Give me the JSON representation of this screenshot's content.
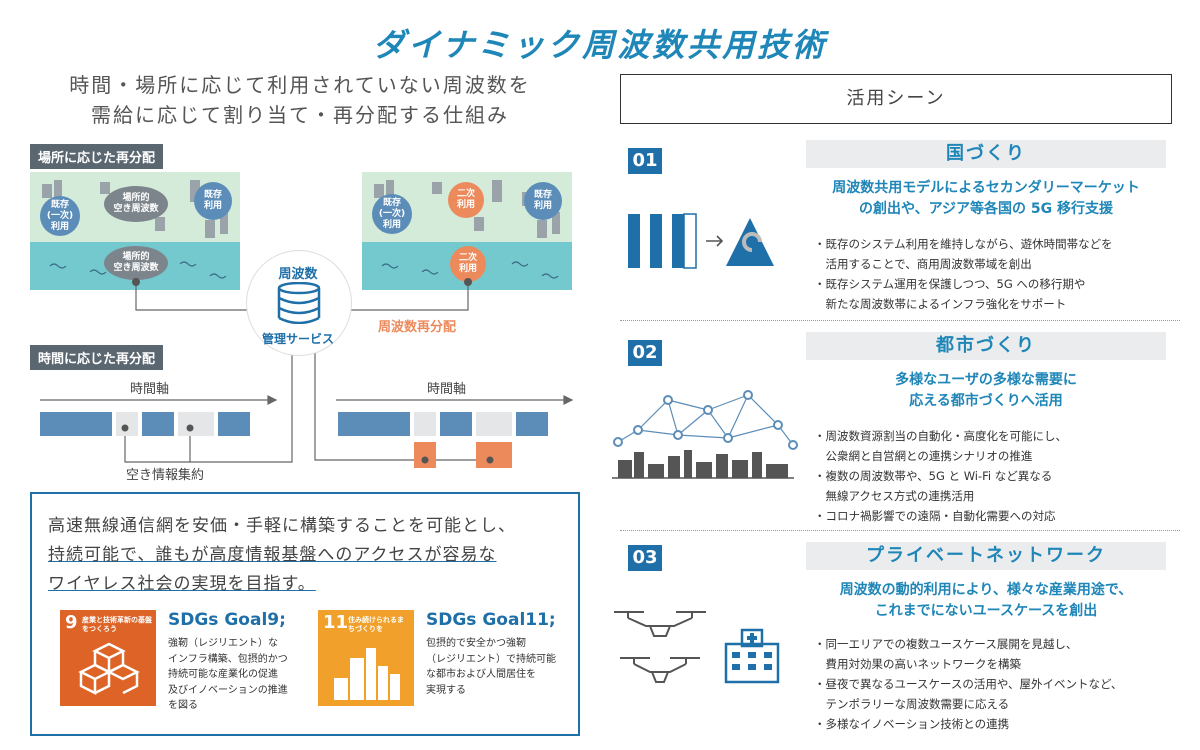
{
  "title": "ダイナミック周波数共用技術",
  "subtitle": {
    "line1": "時間・場所に応じて利用されていない周波数を",
    "line2": "需給に応じて割り当て・再分配する仕組み"
  },
  "left": {
    "place_label": "場所に応じた再分配",
    "time_label": "時間に応じた再分配",
    "bubbles": {
      "existing": "既存\n利用",
      "existing_primary": "既存\n(一次)\n利用",
      "vacant": "場所的\n空き周波数",
      "secondary": "二次\n利用"
    },
    "center_top": "周波数",
    "center_bottom": "管理サービス",
    "redistribute": "周波数再分配",
    "time_axis": "時間軸",
    "vacant_info": "空き情報集約"
  },
  "bottom": {
    "line1": "高速無線通信網を安価・手軽に構築することを可能とし、",
    "line2": "持続可能で、誰もが高度情報基盤へのアクセスが容易な",
    "line3": "ワイヤレス社会の実現を目指す。",
    "sdg9": {
      "num": "9",
      "tile": "産業と技術革新の基盤をつくろう",
      "goal": "SDGs Goal9;",
      "desc1": "強靭（レジリエント）な",
      "desc2": "インフラ構築、包摂的かつ",
      "desc3": "持続可能な産業化の促進",
      "desc4": "及びイノベーションの推進",
      "desc5": "を図る",
      "color": "#dd6326"
    },
    "sdg11": {
      "num": "11",
      "tile": "住み続けられるまちづくりを",
      "goal": "SDGs Goal11;",
      "desc1": "包摂的で安全かつ強靭",
      "desc2": "（レジリエント）で持続可能",
      "desc3": "な都市および人間居住を",
      "desc4": "実現する",
      "color": "#f0a02b"
    }
  },
  "right": {
    "scene_title": "活用シーン",
    "items": [
      {
        "num": "01",
        "category": "国づくり",
        "lead1": "周波数共用モデルによるセカンダリーマーケット",
        "lead2": "の創出や、アジア等各国の 5G 移行支援",
        "bullets": [
          "・既存のシステム利用を維持しながら、遊休時間帯などを",
          "　活用することで、商用周波数帯域を創出",
          "・既存システム運用を保護しつつ、5G への移行期や",
          "　新たな周波数帯によるインフラ強化をサポート"
        ]
      },
      {
        "num": "02",
        "category": "都市づくり",
        "lead1": "多様なユーザの多様な需要に",
        "lead2": "応える都市づくりへ活用",
        "bullets": [
          "・周波数資源割当の自動化・高度化を可能にし、",
          "　公衆網と自営網との連携シナリオの推進",
          "・複数の周波数帯や、5G と Wi-Fi など異なる",
          "　無線アクセス方式の連携活用",
          "・コロナ禍影響での遠隔・自動化需要への対応"
        ]
      },
      {
        "num": "03",
        "category": "プライベートネットワーク",
        "lead1": "周波数の動的利用により、様々な産業用途で、",
        "lead2": "これまでにないユースケースを創出",
        "bullets": [
          "・同一エリアでの複数ユースケース展開を見越し、",
          "　費用対効果の高いネットワークを構築",
          "・昼夜で異なるユースケースの活用や、屋外イベントなど、",
          "　テンポラリーな周波数需要に応える",
          "・多様なイノベーション技術との連携"
        ]
      }
    ]
  },
  "colors": {
    "accent": "#1f86b8",
    "dark_blue": "#1f6fa8",
    "bar_blue": "#5b8db8",
    "orange": "#ec8a5c",
    "gray": "#7d858c"
  }
}
